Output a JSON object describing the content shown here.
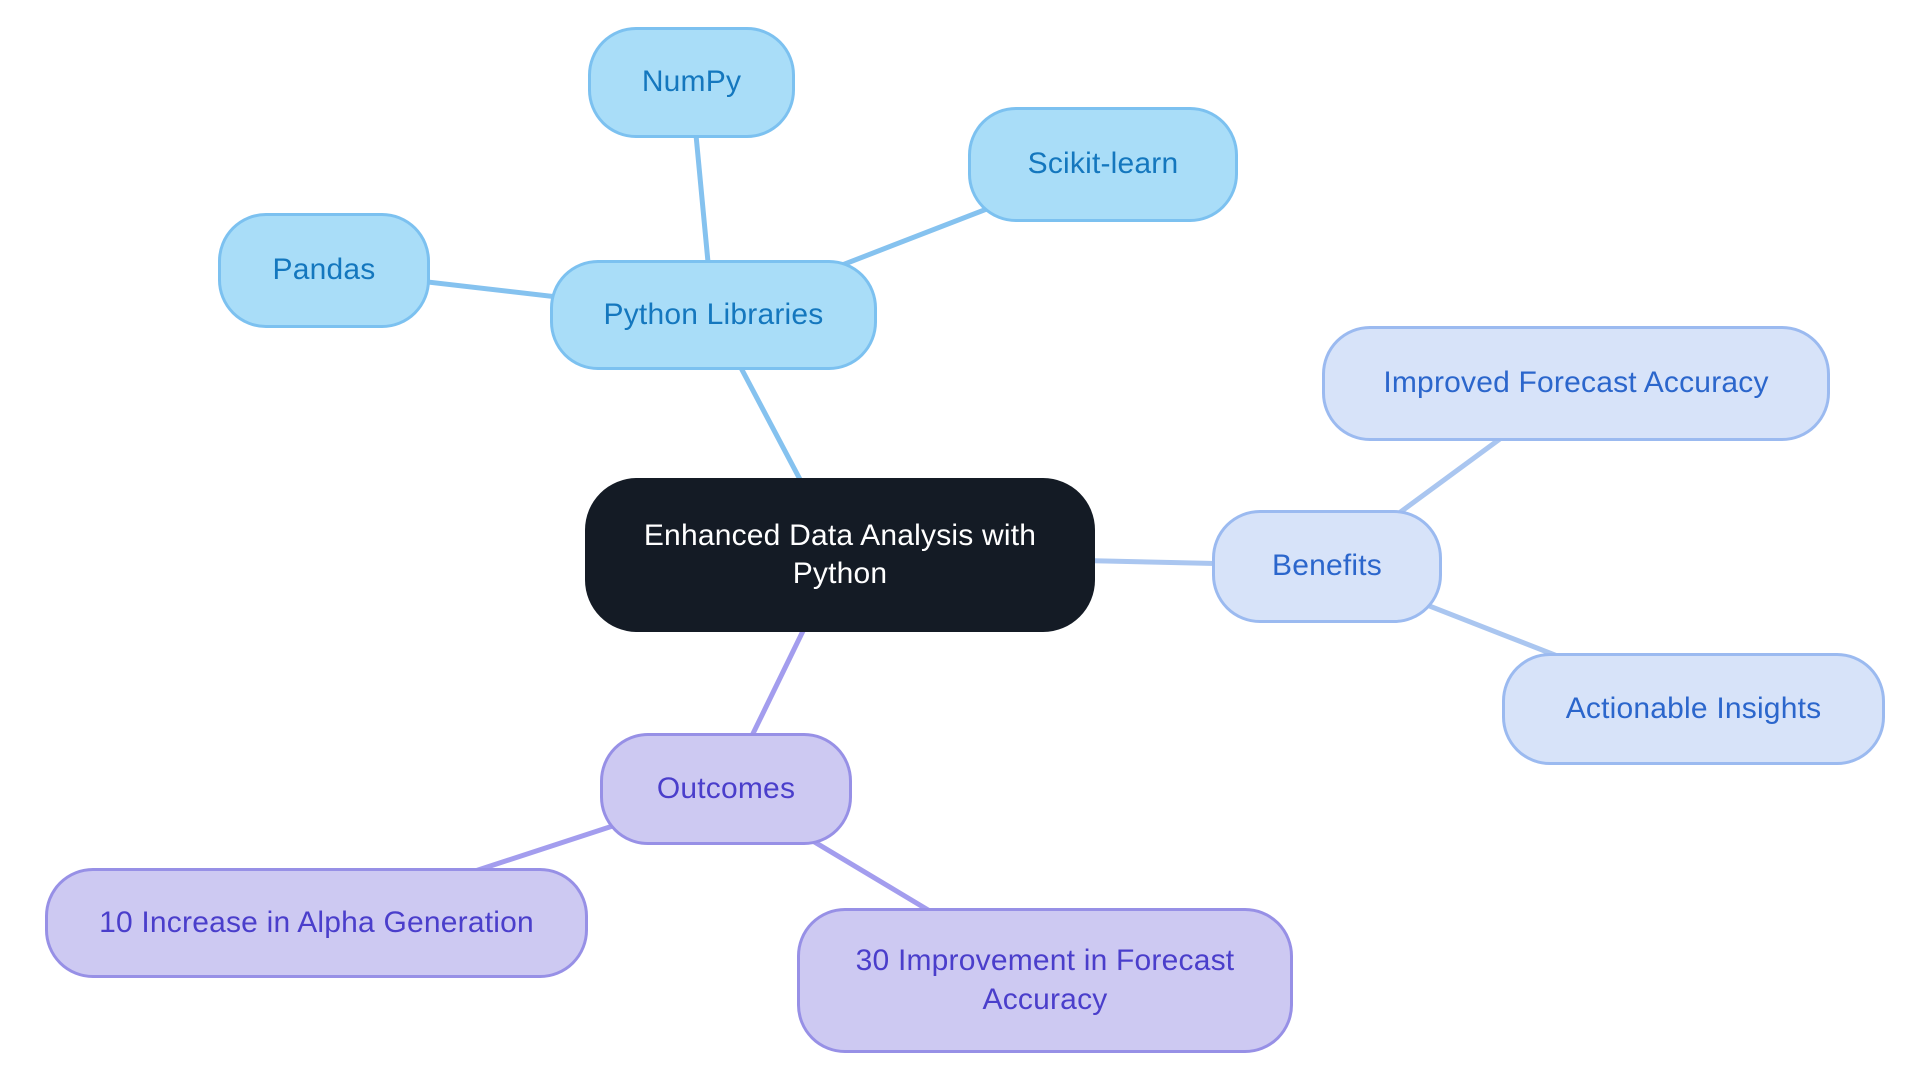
{
  "palette": {
    "background": "#ffffff",
    "central_fill": "#141b25",
    "central_text": "#ffffff",
    "libraries_fill": "#a9ddf8",
    "libraries_border": "#7cc1f0",
    "libraries_text": "#1477be",
    "libraries_edge": "#85c2ef",
    "benefits_fill": "#d7e3f9",
    "benefits_border": "#9bbaf0",
    "benefits_text": "#2b66cc",
    "benefits_edge": "#aac6f0",
    "outcomes_fill": "#cdc9f2",
    "outcomes_border": "#9790e6",
    "outcomes_text": "#4a3ecb",
    "outcomes_edge": "#a39dee"
  },
  "mindmap": {
    "central": {
      "label": "Enhanced Data Analysis with Python"
    },
    "branches": [
      {
        "id": "python-libraries",
        "label": "Python Libraries",
        "children": [
          "NumPy",
          "Pandas",
          "Scikit-learn"
        ]
      },
      {
        "id": "benefits",
        "label": "Benefits",
        "children": [
          "Improved Forecast Accuracy",
          "Actionable Insights"
        ]
      },
      {
        "id": "outcomes",
        "label": "Outcomes",
        "children": [
          "10 Increase in Alpha Generation",
          "30 Improvement in Forecast Accuracy"
        ]
      }
    ]
  }
}
